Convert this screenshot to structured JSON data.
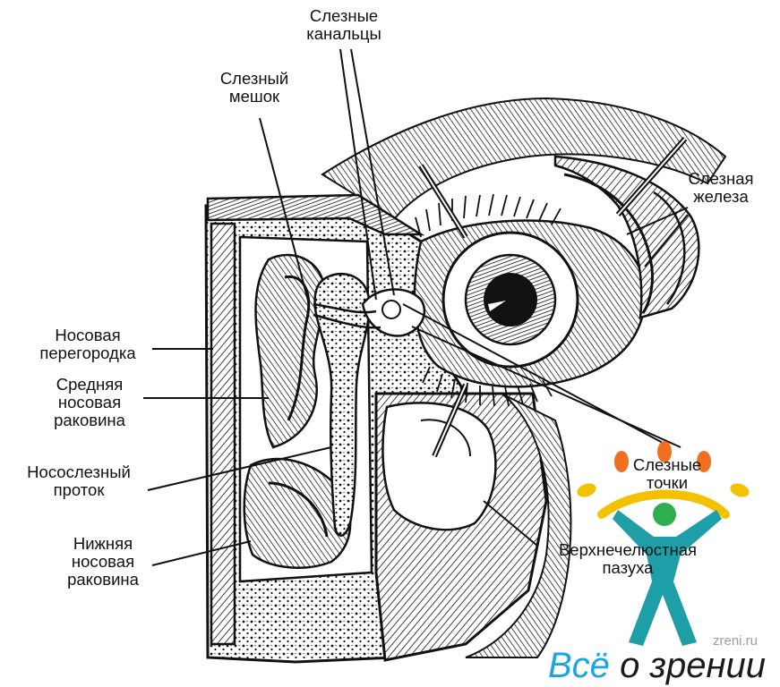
{
  "labels": {
    "canaliculi": [
      "Слезные",
      "канальцы"
    ],
    "sac": [
      "Слезный",
      "мешок"
    ],
    "gland": [
      "Слезная",
      "железа"
    ],
    "septum": [
      "Носовая",
      "перегородка"
    ],
    "middle_concha": [
      "Средняя",
      "носовая",
      "раковина"
    ],
    "duct": [
      "Носослезный",
      "проток"
    ],
    "inferior_concha": [
      "Нижняя",
      "носовая",
      "раковина"
    ],
    "puncta": [
      "Слезные",
      "точки"
    ],
    "sinus": [
      "Верхнечелюстная",
      "пазуха"
    ]
  },
  "watermark": {
    "site": "zreni.ru",
    "brand_word1": "Всё",
    "brand_word2": "о зрении",
    "colors": {
      "blue": "#1aa6e0",
      "green": "#2fae4f",
      "teal": "#1e9fa8",
      "yellow": "#f2c200",
      "orange": "#f07020"
    }
  },
  "icons": [
    "stick-figure-logo-icon"
  ]
}
